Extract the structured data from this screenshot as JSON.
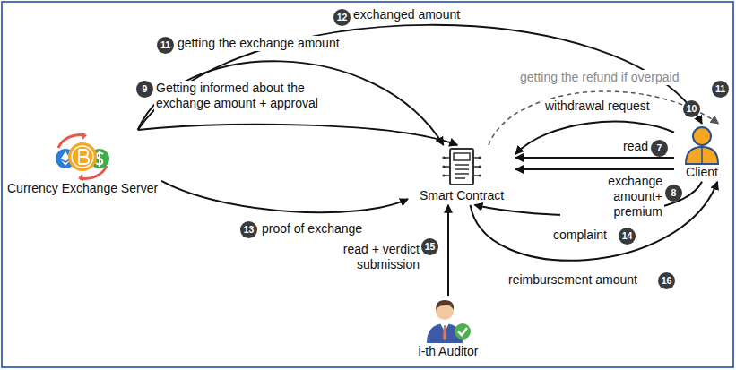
{
  "diagram": {
    "nodes": [
      {
        "text": [
          "Currency Exchange Server"
        ]
      },
      {
        "text": [
          "Smart Contract"
        ]
      },
      {
        "text": [
          "Client"
        ]
      },
      {
        "text": [
          "i-th Auditor"
        ]
      }
    ],
    "edges": [
      {
        "from": 0,
        "to": 2,
        "label": "exchanged amount",
        "arrow": "to"
      },
      {
        "from": 0,
        "to": 1,
        "label": "getting the exchange amount",
        "arrow": "to"
      },
      {
        "from": 0,
        "to": 1,
        "label": "Getting informed about the exchange amount + approval",
        "arrow": "to"
      },
      {
        "from": 1,
        "to": 2,
        "label": "getting the refund if overpaid",
        "arrow": "to"
      },
      {
        "from": 2,
        "to": 1,
        "label": "withdrawal request",
        "arrow": "to"
      },
      {
        "from": 2,
        "to": 1,
        "label": "read",
        "arrow": "to"
      },
      {
        "from": 2,
        "to": 1,
        "label": "exchange amount+ premium",
        "arrow": "to"
      },
      {
        "from": 0,
        "to": 1,
        "label": "proof of exchange",
        "arrow": "to"
      },
      {
        "from": 2,
        "to": 1,
        "label": "complaint",
        "arrow": "to"
      },
      {
        "from": 3,
        "to": 1,
        "label": "read + verdict submission",
        "arrow": "to"
      },
      {
        "from": 1,
        "to": 2,
        "label": "reimbursement amount",
        "arrow": "to"
      }
    ],
    "labels": [
      "12",
      "11",
      "9",
      "11",
      "10",
      "7",
      "8",
      "13",
      "14",
      "15",
      "16"
    ]
  }
}
